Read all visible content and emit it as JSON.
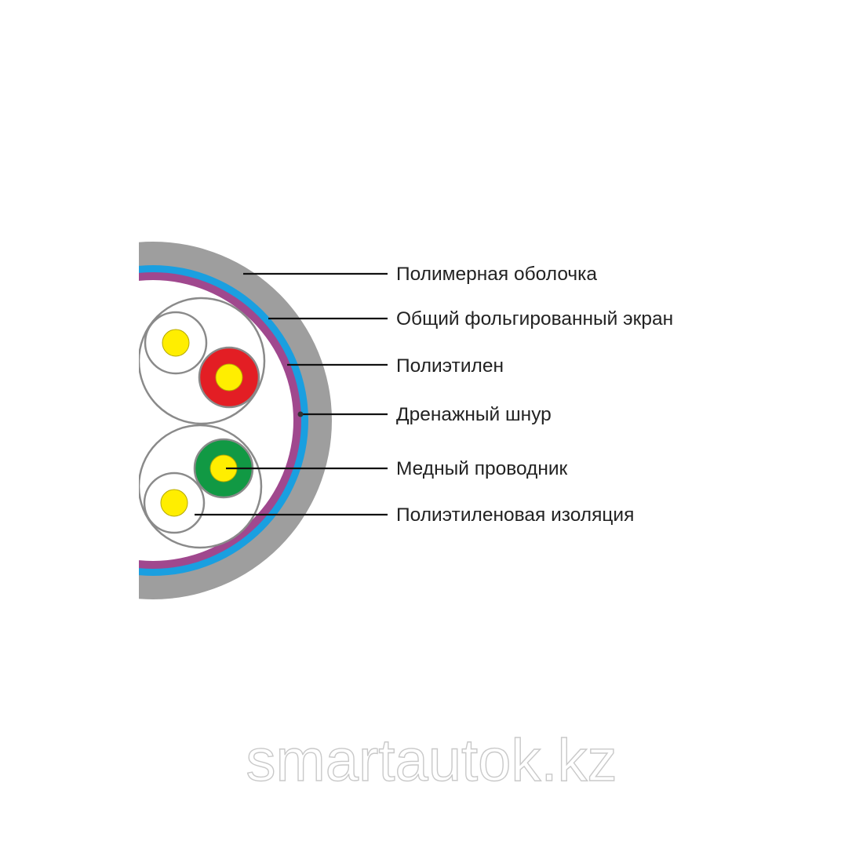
{
  "labels": [
    "Полимерная оболочка",
    "Общий фольгированный экран",
    "Полиэтилен",
    "Дренажный шнур",
    "Медный проводник",
    "Полиэтиленовая изоляция"
  ],
  "watermark": "smartautok.kz",
  "colors": {
    "jacket": "#9e9e9e",
    "foil_screen": "#1a9fe0",
    "polyethylene": "#a0488e",
    "conductor": "#ffee00",
    "red_insulation": "#e31e24",
    "green_insulation": "#119944",
    "outline": "#8a8a8a",
    "leader_line": "#111111"
  }
}
